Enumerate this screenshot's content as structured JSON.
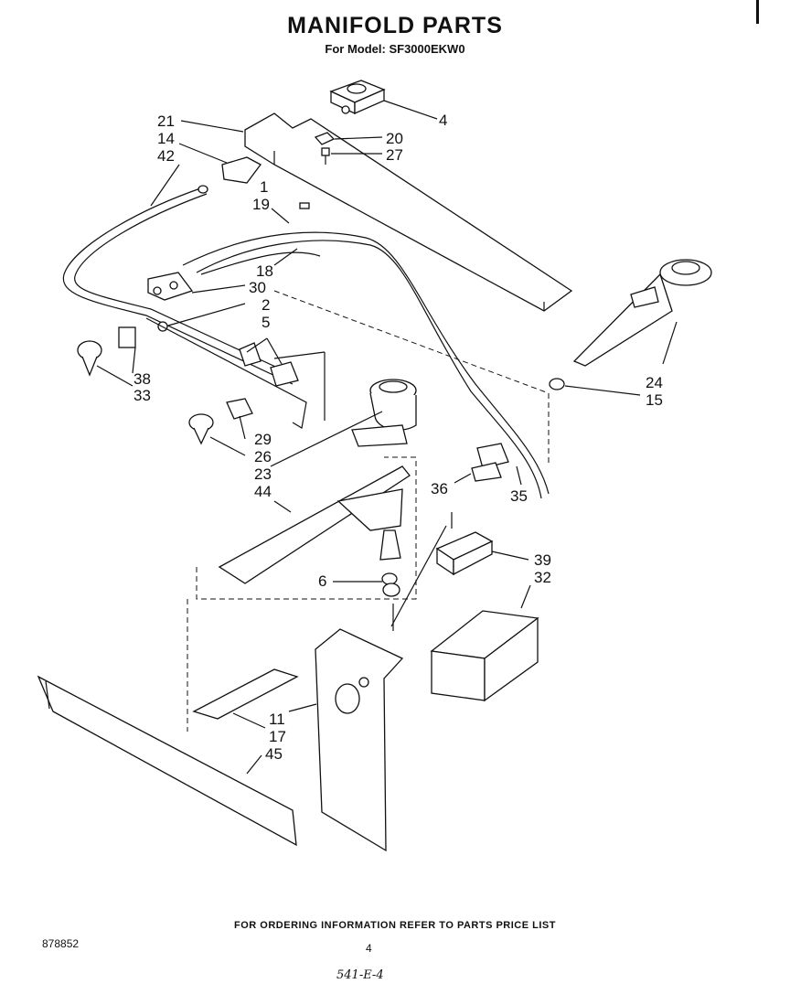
{
  "header": {
    "title": "MANIFOLD PARTS",
    "subtitle": "For Model: SF3000EKW0"
  },
  "callouts": {
    "c4": "4",
    "c20": "20",
    "c27": "27",
    "c21": "21",
    "c14": "14",
    "c42": "42",
    "c1": "1",
    "c19": "19",
    "c18": "18",
    "c30": "30",
    "c2": "2",
    "c5": "5",
    "c38": "38",
    "c33": "33",
    "c29": "29",
    "c26": "26",
    "c23": "23",
    "c44": "44",
    "c6": "6",
    "c36": "36",
    "c35": "35",
    "c39": "39",
    "c32": "32",
    "c24": "24",
    "c15": "15",
    "c11": "11",
    "c17": "17",
    "c45": "45"
  },
  "footer": {
    "ordering_note": "FOR ORDERING INFORMATION REFER TO PARTS PRICE LIST",
    "doc_number": "878852",
    "page_number": "4",
    "handwritten_code": "541-E-4"
  }
}
